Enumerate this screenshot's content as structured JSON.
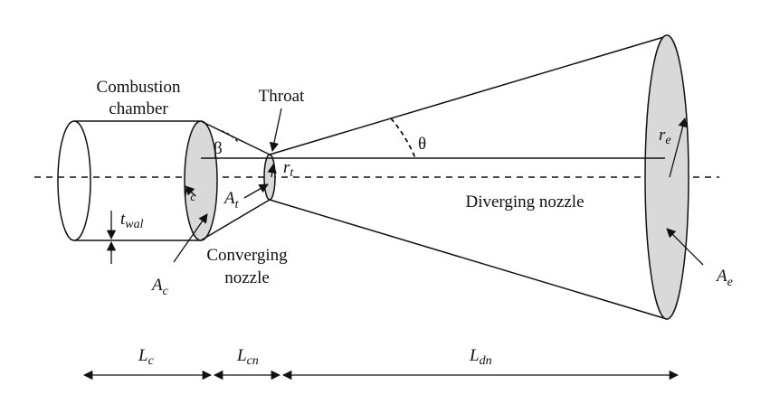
{
  "labels": {
    "combustion_line1": "Combustion",
    "combustion_line2": "chamber",
    "throat": "Throat",
    "converging_line1": "Converging",
    "converging_line2": "nozzle",
    "diverging": "Diverging nozzle",
    "theta": "θ",
    "beta": "β"
  },
  "symbols": {
    "r_c": {
      "base": "r",
      "sub": "c"
    },
    "r_t": {
      "base": "r",
      "sub": "t"
    },
    "r_e": {
      "base": "r",
      "sub": "e"
    },
    "A_t": {
      "base": "A",
      "sub": "t"
    },
    "A_c": {
      "base": "A",
      "sub": "c"
    },
    "A_e": {
      "base": "A",
      "sub": "e"
    },
    "t_wal": {
      "base": "t",
      "sub": "wal"
    },
    "L_c": {
      "base": "L",
      "sub": "c"
    },
    "L_cn": {
      "base": "L",
      "sub": "cn"
    },
    "L_dn": {
      "base": "L",
      "sub": "dn"
    }
  },
  "colors": {
    "stroke": "#111111",
    "fill_area": "#d9d9d9"
  }
}
